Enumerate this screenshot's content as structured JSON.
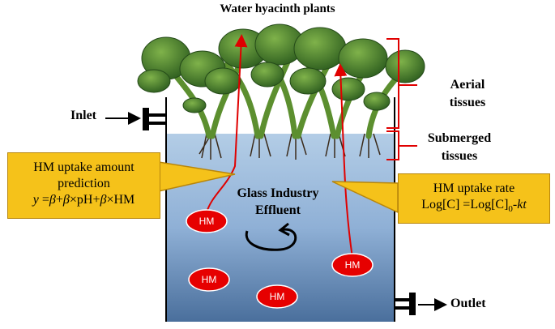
{
  "diagram": {
    "title": "Water hyacinth plants",
    "inlet_label": "Inlet",
    "outlet_label": "Outlet",
    "aerial_label_line1": "Aerial",
    "aerial_label_line2": "tissues",
    "submerged_label_line1": "Submerged",
    "submerged_label_line2": "tissues",
    "effluent_line1": "Glass Industry",
    "effluent_line2": "Effluent",
    "left_callout": {
      "line1": "HM uptake amount",
      "line2": "prediction",
      "formula": "y =β+β×pH+β×HM"
    },
    "right_callout": {
      "line1": "HM uptake rate",
      "formula": "Log[C] =Log[C]0-kt"
    },
    "hm_label": "HM",
    "colors": {
      "water_top": "#b3cde6",
      "water_bottom": "#4a6f9c",
      "callout_fill": "#f5c21a",
      "hm_fill": "#e60000",
      "arrow_red": "#e00000",
      "leaf": "#3f7a2a"
    }
  }
}
